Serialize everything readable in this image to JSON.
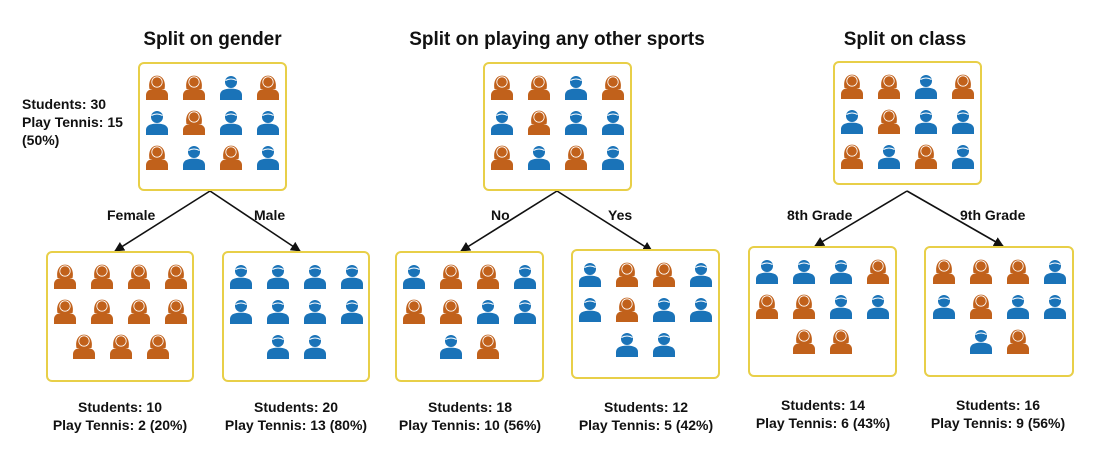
{
  "colors": {
    "female": "#c1611b",
    "male": "#1a73b8",
    "border": "#e8cf48",
    "line": "#111111"
  },
  "icons": {
    "female": "female-student-icon",
    "male": "male-student-icon"
  },
  "splits": [
    {
      "title": "Split on gender",
      "root": {
        "students": "Students: 30",
        "play": "Play Tennis: 15",
        "pct": "(50%)",
        "rows": [
          [
            "f",
            "f",
            "m",
            "f"
          ],
          [
            "m",
            "f",
            "m",
            "m"
          ],
          [
            "f",
            "m",
            "f",
            "m"
          ]
        ]
      },
      "left_label": "Female",
      "right_label": "Male",
      "left": {
        "students": "Students: 10",
        "play": "Play Tennis: 2 (20%)",
        "rows": [
          [
            "f",
            "f",
            "f",
            "f"
          ],
          [
            "f",
            "f",
            "f",
            "f"
          ],
          [
            "f",
            "f",
            "f"
          ]
        ]
      },
      "right": {
        "students": "Students: 20",
        "play": "Play Tennis: 13 (80%)",
        "rows": [
          [
            "m",
            "m",
            "m",
            "m"
          ],
          [
            "m",
            "m",
            "m",
            "m"
          ],
          [
            "m",
            "m"
          ]
        ]
      }
    },
    {
      "title": "Split on playing any other sports",
      "root": {
        "rows": [
          [
            "f",
            "f",
            "m",
            "f"
          ],
          [
            "m",
            "f",
            "m",
            "m"
          ],
          [
            "f",
            "m",
            "f",
            "m"
          ]
        ]
      },
      "left_label": "No",
      "right_label": "Yes",
      "left": {
        "students": "Students: 18",
        "play": "Play Tennis: 10 (56%)",
        "rows": [
          [
            "m",
            "f",
            "f",
            "m"
          ],
          [
            "f",
            "f",
            "m",
            "m"
          ],
          [
            "m",
            "f"
          ]
        ]
      },
      "right": {
        "students": "Students: 12",
        "play": "Play Tennis: 5 (42%)",
        "rows": [
          [
            "m",
            "f",
            "f",
            "m"
          ],
          [
            "m",
            "f",
            "m",
            "m"
          ],
          [
            "m",
            "m"
          ]
        ]
      }
    },
    {
      "title": "Split on class",
      "root": {
        "rows": [
          [
            "f",
            "f",
            "m",
            "f"
          ],
          [
            "m",
            "f",
            "m",
            "m"
          ],
          [
            "f",
            "m",
            "f",
            "m"
          ]
        ]
      },
      "left_label": "8th Grade",
      "right_label": "9th Grade",
      "left": {
        "students": "Students: 14",
        "play": "Play Tennis: 6 (43%)",
        "rows": [
          [
            "m",
            "m",
            "m",
            "f"
          ],
          [
            "f",
            "f",
            "m",
            "m"
          ],
          [
            "f",
            "f"
          ]
        ]
      },
      "right": {
        "students": "Students: 16",
        "play": "Play Tennis: 9 (56%)",
        "rows": [
          [
            "f",
            "f",
            "f",
            "m"
          ],
          [
            "m",
            "f",
            "m",
            "m"
          ],
          [
            "m",
            "f"
          ]
        ]
      }
    }
  ]
}
